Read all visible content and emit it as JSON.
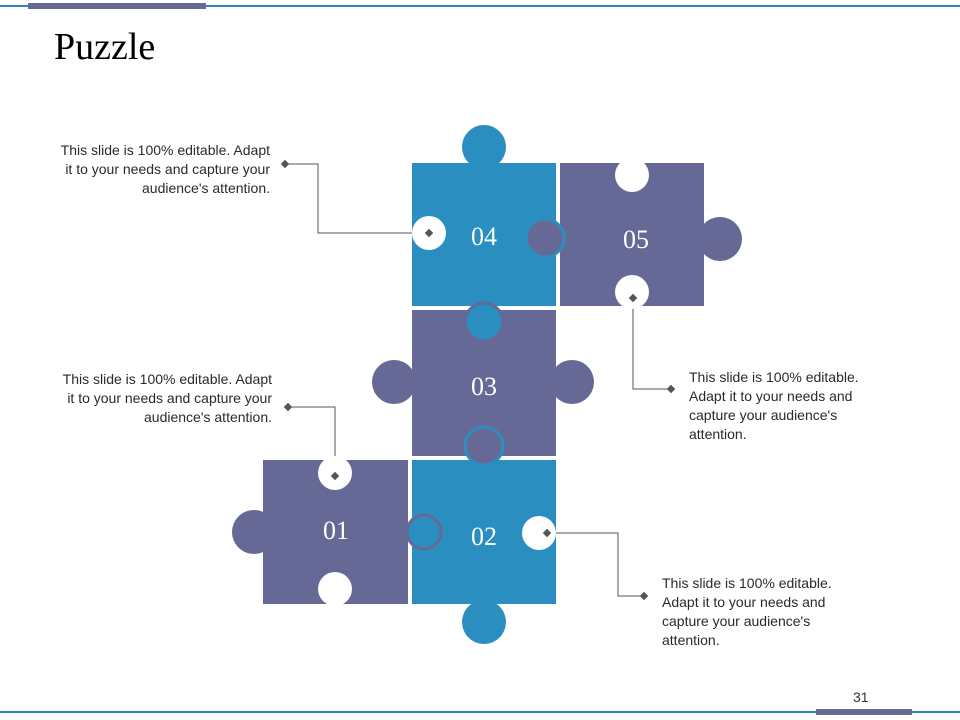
{
  "title": "Puzzle",
  "page_number": "31",
  "colors": {
    "blue": "#2a8fc0",
    "purple": "#666996",
    "line": "#555555",
    "accent_line": "#2e86b4"
  },
  "pieces": [
    {
      "id": "p01",
      "label": "01",
      "color": "purple"
    },
    {
      "id": "p02",
      "label": "02",
      "color": "blue"
    },
    {
      "id": "p03",
      "label": "03",
      "color": "purple"
    },
    {
      "id": "p04",
      "label": "04",
      "color": "blue"
    },
    {
      "id": "p05",
      "label": "05",
      "color": "purple"
    }
  ],
  "callouts": {
    "c04": "This slide is 100% editable. Adapt it to your needs and capture your audience's attention.",
    "c01": "This slide is 100% editable. Adapt it to your needs and capture your audience's attention.",
    "c05": "This slide is 100% editable. Adapt it to your needs and capture your audience's attention.",
    "c02": "This slide is 100% editable. Adapt it to your needs and capture your audience's attention."
  }
}
